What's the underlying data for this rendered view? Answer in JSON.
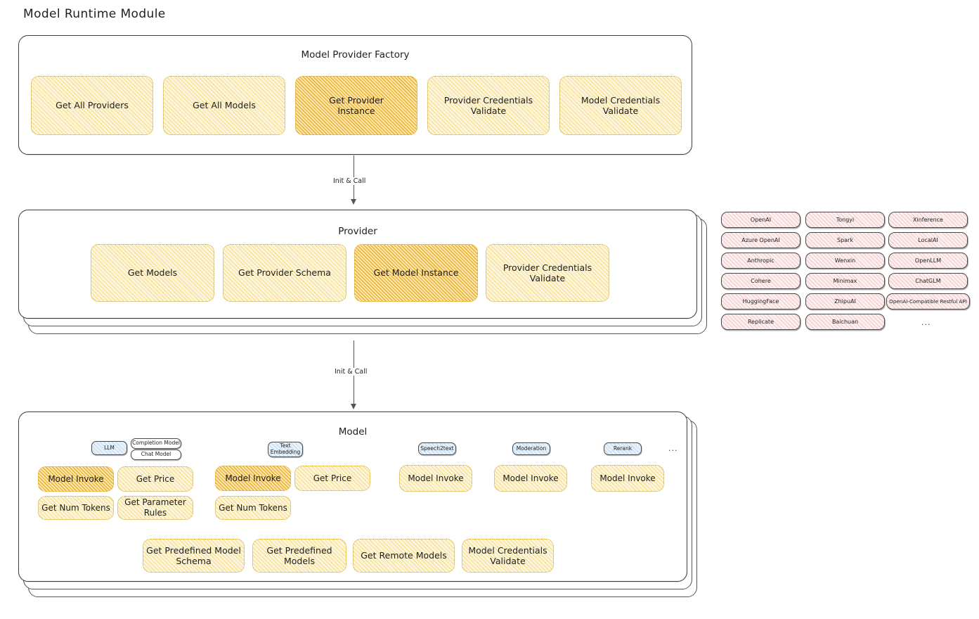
{
  "title": "Model Runtime Module",
  "colors": {
    "node_fill": "#fdf6dd",
    "node_hatch": "#f0c43c",
    "node_highlight_fill": "#fbe6b0",
    "node_highlight_hatch": "#e8a614",
    "chip_fill": "#fdf0f0",
    "chip_hatch": "#e28c8c",
    "pill_fill": "#e8f2fb",
    "pill_hatch": "#78aad7",
    "stroke": "#3b3b3b"
  },
  "factory": {
    "title": "Model Provider Factory",
    "nodes": [
      {
        "label": "Get All Providers",
        "highlight": false
      },
      {
        "label": "Get All Models",
        "highlight": false
      },
      {
        "label": "Get Provider\nInstance",
        "highlight": true
      },
      {
        "label": "Provider Credentials\nValidate",
        "highlight": false
      },
      {
        "label": "Model Credentials\nValidate",
        "highlight": false
      }
    ]
  },
  "arrow1": {
    "label": "Init & Call"
  },
  "provider": {
    "title": "Provider",
    "nodes": [
      {
        "label": "Get Models",
        "highlight": false
      },
      {
        "label": "Get Provider Schema",
        "highlight": false
      },
      {
        "label": "Get Model Instance",
        "highlight": true
      },
      {
        "label": "Provider Credentials\nValidate",
        "highlight": false
      }
    ]
  },
  "arrow2": {
    "label": "Init & Call"
  },
  "providers_list": {
    "columns": [
      [
        "OpenAI",
        "Azure OpenAI",
        "Anthropic",
        "Cohere",
        "HuggingFace",
        "Replicate"
      ],
      [
        "Tongyi",
        "Spark",
        "Wenxin",
        "Minimax",
        "ZhipuAI",
        "Baichuan"
      ],
      [
        "Xinference",
        "LocalAI",
        "OpenLLM",
        "ChatGLM",
        "OpenAI-Compatible Restful API"
      ]
    ],
    "more": "..."
  },
  "model": {
    "title": "Model",
    "more": "...",
    "groups": [
      {
        "type_pill": "LLM",
        "sub_pills": [
          "Completion Model",
          "Chat Model"
        ],
        "nodes": [
          {
            "label": "Model Invoke",
            "highlight": true
          },
          {
            "label": "Get Price",
            "highlight": false
          },
          {
            "label": "Get Num Tokens",
            "highlight": false
          },
          {
            "label": "Get Parameter\nRules",
            "highlight": false
          }
        ]
      },
      {
        "type_pill": "Text\nEmbedding",
        "sub_pills": [],
        "nodes": [
          {
            "label": "Model Invoke",
            "highlight": true
          },
          {
            "label": "Get Price",
            "highlight": false
          },
          {
            "label": "Get Num Tokens",
            "highlight": false
          }
        ]
      },
      {
        "type_pill": "Speech2text",
        "sub_pills": [],
        "nodes": [
          {
            "label": "Model Invoke",
            "highlight": false
          }
        ]
      },
      {
        "type_pill": "Moderation",
        "sub_pills": [],
        "nodes": [
          {
            "label": "Model Invoke",
            "highlight": false
          }
        ]
      },
      {
        "type_pill": "Rerank",
        "sub_pills": [],
        "nodes": [
          {
            "label": "Model Invoke",
            "highlight": false
          }
        ]
      }
    ],
    "common_nodes": [
      {
        "label": "Get Predefined Model\nSchema"
      },
      {
        "label": "Get Predefined\nModels"
      },
      {
        "label": "Get Remote Models"
      },
      {
        "label": "Model Credentials\nValidate"
      }
    ]
  }
}
